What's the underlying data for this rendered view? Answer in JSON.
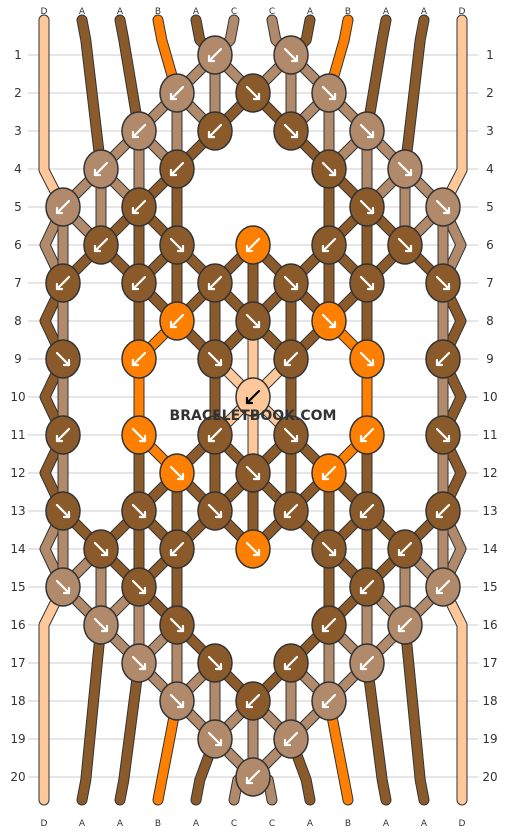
{
  "watermark": "BRACELETBOOK.COM",
  "strings": [
    "D",
    "A",
    "A",
    "B",
    "A",
    "C",
    "C",
    "A",
    "B",
    "A",
    "A",
    "D"
  ],
  "colors": {
    "A": "#8B5A2B",
    "B": "#FF8000",
    "C": "#B08A6A",
    "D": "#FFC89A",
    "gridline": "#cccccc",
    "outline": "#333333"
  },
  "rows": [
    "1",
    "2",
    "3",
    "4",
    "5",
    "6",
    "7",
    "8",
    "9",
    "10",
    "11",
    "12",
    "13",
    "14",
    "15",
    "16",
    "17",
    "18",
    "19",
    "20"
  ]
}
